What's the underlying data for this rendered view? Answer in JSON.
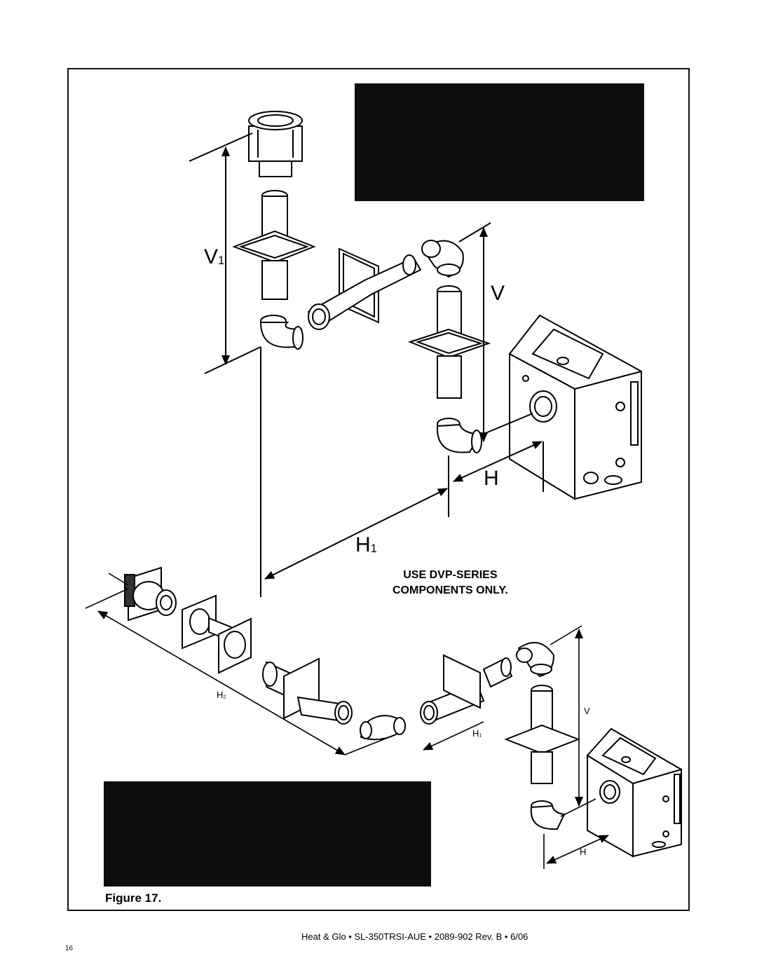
{
  "labels": {
    "v1": "V",
    "v1_sub": "1",
    "v": "V",
    "h": "H",
    "h1": "H",
    "h1_sub": "1",
    "h2_small": "H",
    "h2_small_sub": "2",
    "v_small": "V",
    "h1_small": "H",
    "h1_small_sub": "1",
    "h_small": "H"
  },
  "note": {
    "line1": "USE DVP-SERIES",
    "line2": "COMPONENTS ONLY."
  },
  "figure_caption": "Figure 17.",
  "footer": "Heat & Glo  •  SL-350TRSI-AUE  •  2089-902  Rev. B  •  6/06",
  "page_number": "16"
}
